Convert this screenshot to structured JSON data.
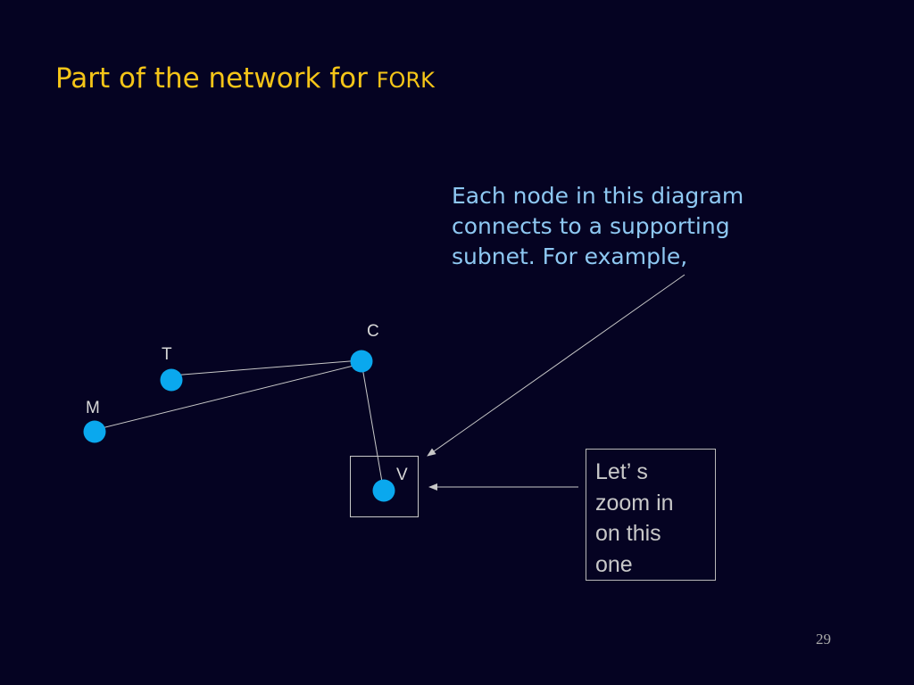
{
  "slide": {
    "title_main": "Part of the network for ",
    "title_keyword": "FORK",
    "callout_lines": [
      "Each node in this diagram",
      "connects to a supporting",
      "subnet. For example,"
    ],
    "zoom_note_lines": [
      "Let’ s",
      "zoom in",
      "on this",
      "one"
    ],
    "page_number": "29"
  },
  "diagram": {
    "nodes": [
      {
        "id": "T",
        "label": "T"
      },
      {
        "id": "C",
        "label": "C"
      },
      {
        "id": "M",
        "label": "M"
      },
      {
        "id": "V",
        "label": "V"
      }
    ],
    "edges": [
      {
        "from": "T",
        "to": "C"
      },
      {
        "from": "M",
        "to": "C"
      },
      {
        "from": "C",
        "to": "V"
      }
    ]
  },
  "colors": {
    "background": "#050322",
    "title": "#f5c518",
    "callout_text": "#8ec8f2",
    "node_fill": "#0aa8ee",
    "line": "#c8c8c8"
  }
}
